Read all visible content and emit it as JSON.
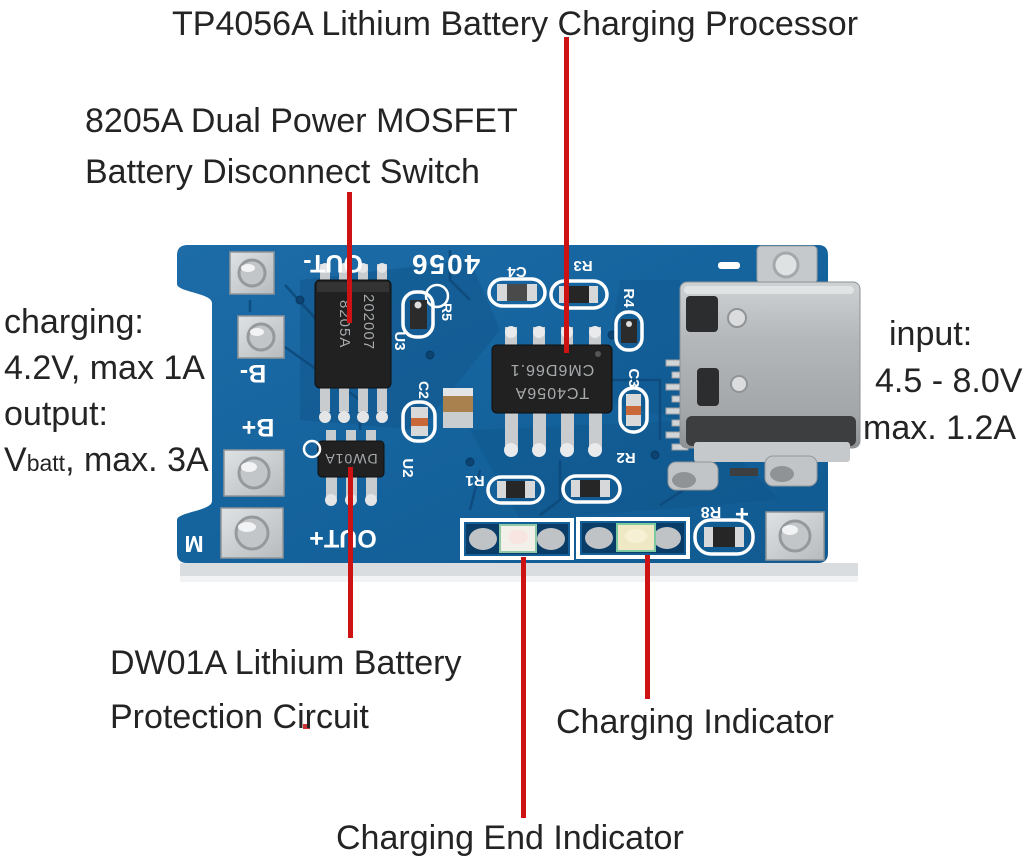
{
  "colors": {
    "annotation_red": "#cc1212",
    "pcb_blue": "#15639d",
    "pcb_dark_trace": "#0d4a7c",
    "silkscreen_white": "#ffffff",
    "chip_black": "#222222",
    "connector_silver": "#b9bcbf",
    "text_dark": "#242424",
    "background": "#ffffff"
  },
  "annotations": {
    "title": "TP4056A Lithium Battery Charging Processor",
    "mosfet": {
      "line1": "8205A Dual Power MOSFET",
      "line2": "Battery Disconnect Switch"
    },
    "charge_spec": {
      "line1": "charging:",
      "line2": "4.2V, max 1A",
      "line3": "output:",
      "line4_prefix": "V",
      "line4_sub": "batt",
      "line4_suffix": ", max. 3A"
    },
    "input_spec": {
      "line1": "input:",
      "line2": "4.5 - 8.0V",
      "line3": "max. 1.2A"
    },
    "dw01a": {
      "line1": "DW01A Lithium Battery",
      "line2": "Protection Circuit"
    },
    "charging_indicator": "Charging Indicator",
    "charging_end_indicator": "Charging End Indicator"
  },
  "board": {
    "silkscreen": {
      "model": "4056",
      "out_minus": "OUT-",
      "b_minus": "B-",
      "b_plus": "B+",
      "out_plus": "OUT+",
      "m": "M",
      "c4": "C4",
      "r3": "R3",
      "r4": "R4",
      "c3": "C3",
      "r2": "R2",
      "r1": "R1",
      "r5": "R5",
      "c2": "C2",
      "u2": "U2",
      "u3": "U3",
      "r8": "R8",
      "plus": "+"
    },
    "chips": {
      "charger": {
        "line1": "TC4056A",
        "line2": "CM6D66.1"
      },
      "mosfet": {
        "line1": "8205A",
        "line2": "202007"
      },
      "protection": {
        "line1": "DW01A"
      }
    }
  }
}
